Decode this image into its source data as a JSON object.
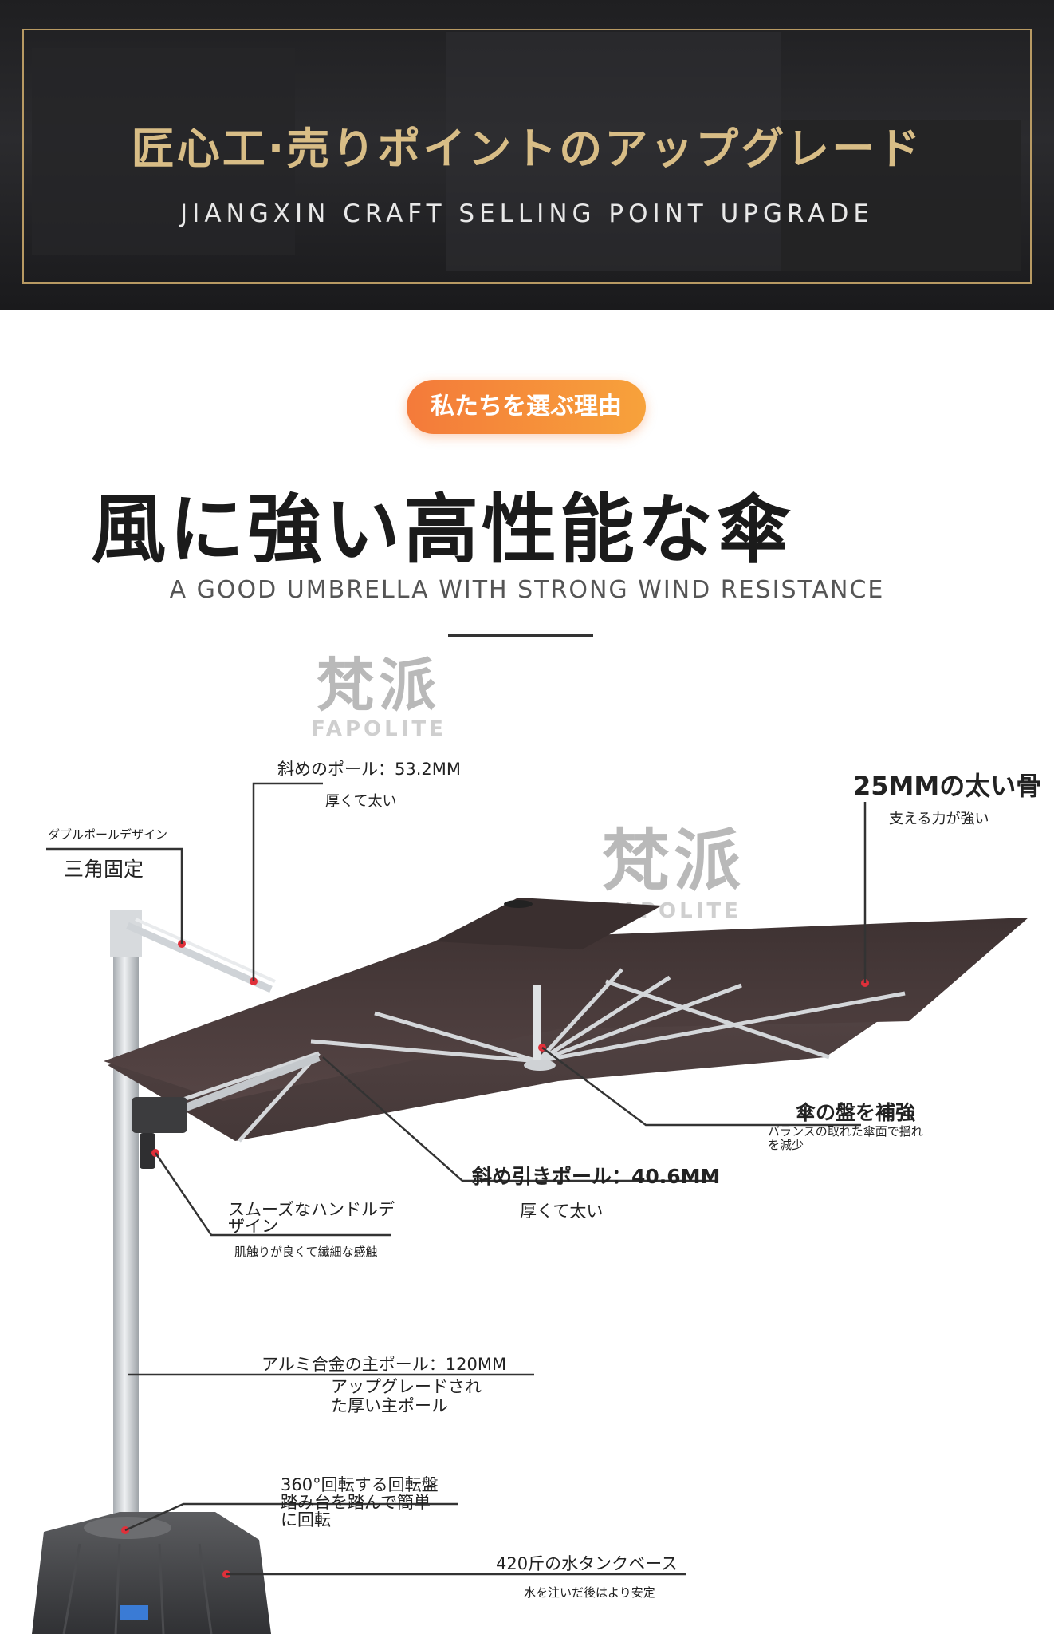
{
  "banner": {
    "title": "匠心工·売りポイントのアップグレード",
    "subtitle": "JIANGXIN CRAFT SELLING POINT UPGRADE"
  },
  "heading": {
    "badge": "私たちを選ぶ理由",
    "title": "風に強い高性能な傘",
    "subtitle": "A GOOD UMBRELLA WITH STRONG WIND RESISTANCE"
  },
  "watermark": {
    "brand": "梵派",
    "brand_en": "FAPOLITE"
  },
  "annotations": {
    "diagonal_pole": {
      "title": "斜めのポール：53.2MM",
      "desc": "厚くて太い"
    },
    "thick_rib": {
      "title": "25MMの太い骨",
      "desc": "支える力が強い"
    },
    "double_pole": {
      "title": "ダブルポールデザイン",
      "desc": "三角固定"
    },
    "reinforced_plate": {
      "title": "傘の盤を補強",
      "desc": "バランスの取れた傘面で揺れを減少"
    },
    "pull_pole": {
      "title": "斜め引きポール：40.6MM",
      "desc": "厚くて太い"
    },
    "handle": {
      "title": "スムーズなハンドルデザイン",
      "desc": "肌触りが良くて繊細な感触"
    },
    "main_pole": {
      "title": "アルミ合金の主ポール：120MM",
      "desc": "アップグレードされた厚い主ポール"
    },
    "rotation": {
      "title": "360°回転する回転盤 踏み台を踏んで簡単に回転"
    },
    "base": {
      "title": "420斤の水タンクベース",
      "desc": "水を注いだ後はより安定"
    }
  },
  "colors": {
    "banner_bg": "#232325",
    "banner_gold": "#d8bd86",
    "badge_orange": "#f47a3a",
    "canopy_brown": "#4a3a3a",
    "pole_silver": "#c9cdd1",
    "marker_red": "#e0303a"
  }
}
